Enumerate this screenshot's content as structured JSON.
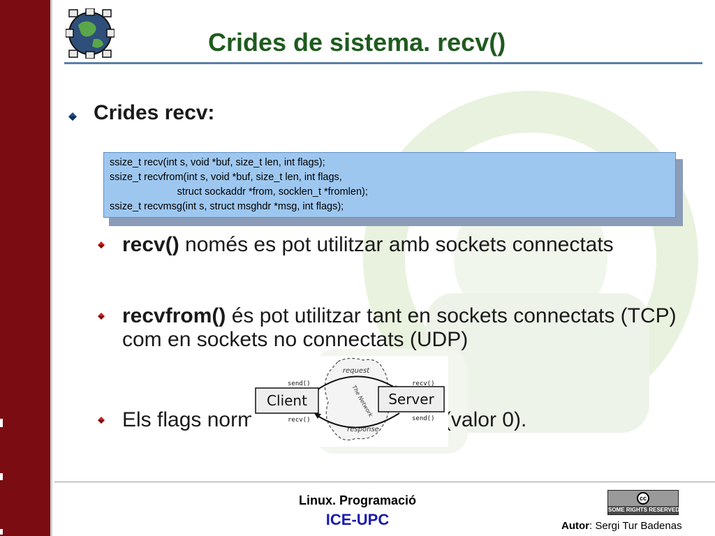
{
  "slide": {
    "title": "Crides de sistema. recv()"
  },
  "main": {
    "heading": "Crides recv:",
    "code_lines": [
      "ssize_t recv(int s, void *buf, size_t len, int flags);",
      "ssize_t recvfrom(int s, void *buf, size_t len, int flags,",
      "                        struct sockaddr *from, socklen_t *fromlen);",
      "ssize_t recvmsg(int s, struct msghdr *msg, int flags);"
    ],
    "bullets": [
      {
        "bold": "recv()",
        "text": " només es pot utilitzar amb sockets connectats"
      },
      {
        "bold": "recvfrom()",
        "text": " és pot utilitzar tant en sockets connectats (TCP) com en sockets no connectats (UDP)"
      },
      {
        "bold": "",
        "text": "Els flags normalment no s'utilitzen (valor 0)."
      }
    ]
  },
  "diagram": {
    "client_label": "Client",
    "server_label": "Server",
    "client_send": "send()",
    "client_recv": "recv()",
    "server_recv": "recv()",
    "server_send": "send()",
    "request_label": "request",
    "response_label": "response",
    "network_label": "The Network"
  },
  "footer": {
    "line1": "Linux. Programació",
    "line2": "ICE-UPC",
    "license_text": "SOME RIGHTS RESERVED",
    "license_mark": "cc",
    "author_label": "Autor",
    "author_name": ": Sergi Tur Badenas"
  },
  "colors": {
    "left_bar": "#7a0c12",
    "title": "#1f5b1f",
    "title_rule": "#5a7fa8",
    "code_box": "#9ec7f0",
    "footer_org": "#1a1ab0"
  },
  "icons": [
    "globe-logo-icon",
    "bullet-icon",
    "cc-icon"
  ]
}
